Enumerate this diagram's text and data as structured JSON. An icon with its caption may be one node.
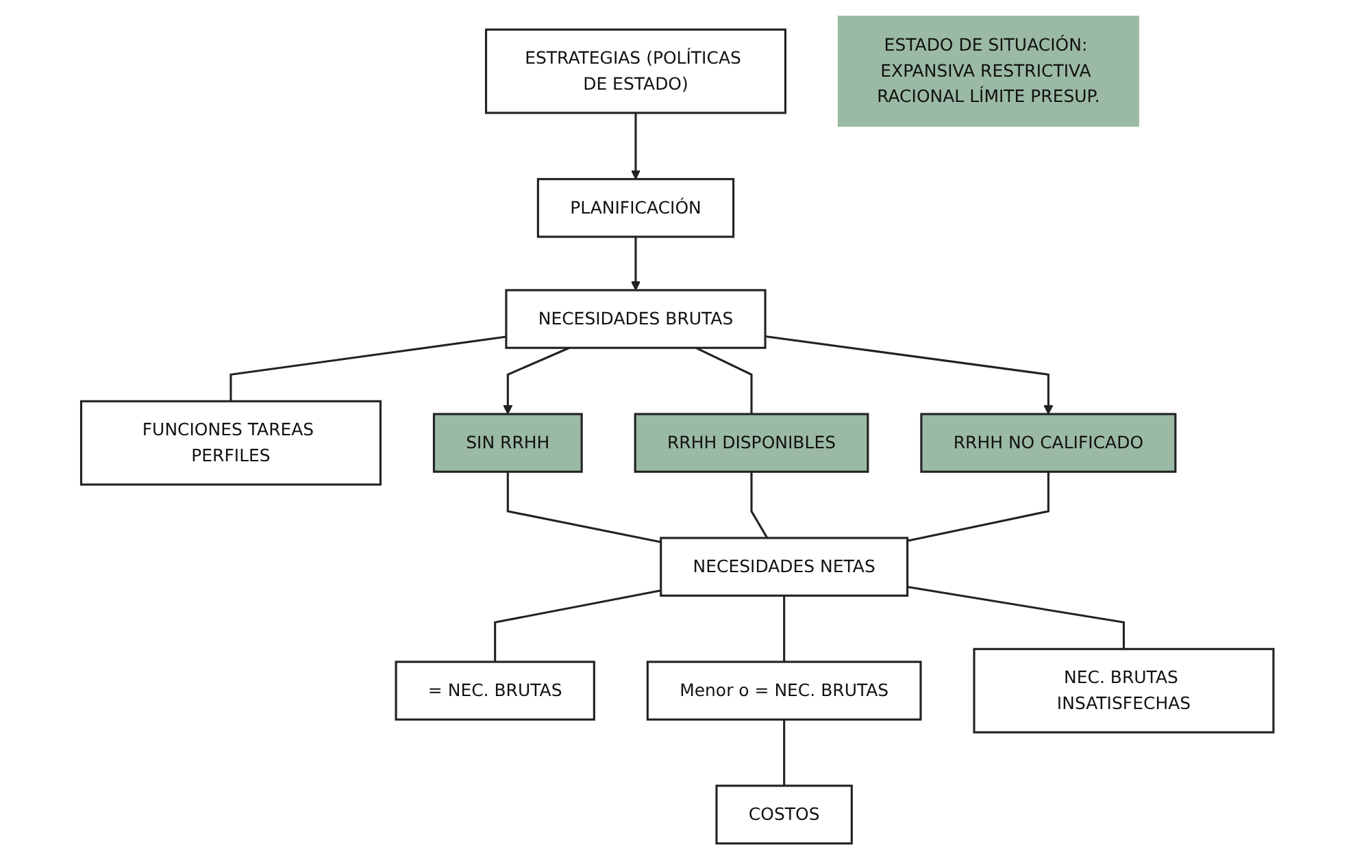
{
  "diagram": {
    "nodes": [
      {
        "text": [
          "ESTRATEGIAS (POLÍTICAS DE ESTADO)"
        ]
      },
      {
        "text": [
          "PLANIFICACIÓN"
        ]
      },
      {
        "text": [
          "NECESIDADES BRUTAS"
        ]
      },
      {
        "text": [
          "FUNCIONES TAREAS PERFILES"
        ]
      },
      {
        "text": [
          "ESTADO DE SITUACIÓN: EXPANSIVA RESTRICTIVA RACIONAL LÍMITE PRESUP."
        ]
      },
      {
        "text": [
          "SIN RRHH"
        ]
      },
      {
        "text": [
          "RRHH DISPONIBLES"
        ]
      },
      {
        "text": [
          "RRHH NO CALIFICADO"
        ]
      },
      {
        "text": [
          "NECESIDADES NETAS"
        ]
      },
      {
        "text": [
          "= NEC. BRUTAS"
        ]
      },
      {
        "text": [
          "Menor o = NEC. BRUTAS"
        ]
      },
      {
        "text": [
          "NEC. BRUTAS INSATISFECHAS"
        ]
      },
      {
        "text": [
          "COSTOS"
        ]
      }
    ],
    "edges": [
      {
        "from": 0,
        "to": 1,
        "arrow": "to"
      },
      {
        "from": 1,
        "to": 2,
        "arrow": "to"
      },
      {
        "from": 2,
        "to": 3,
        "arrow": "none"
      },
      {
        "from": 2,
        "to": 5,
        "arrow": "to"
      },
      {
        "from": 2,
        "to": 6,
        "arrow": "none"
      },
      {
        "from": 2,
        "to": 7,
        "arrow": "to"
      },
      {
        "from": 5,
        "to": 8,
        "arrow": "none"
      },
      {
        "from": 6,
        "to": 8,
        "arrow": "none"
      },
      {
        "from": 7,
        "to": 8,
        "arrow": "none"
      },
      {
        "from": 8,
        "to": 9,
        "arrow": "none"
      },
      {
        "from": 8,
        "to": 10,
        "arrow": "none"
      },
      {
        "from": 8,
        "to": 11,
        "arrow": "none"
      },
      {
        "from": 10,
        "to": 12,
        "arrow": "none"
      }
    ]
  }
}
